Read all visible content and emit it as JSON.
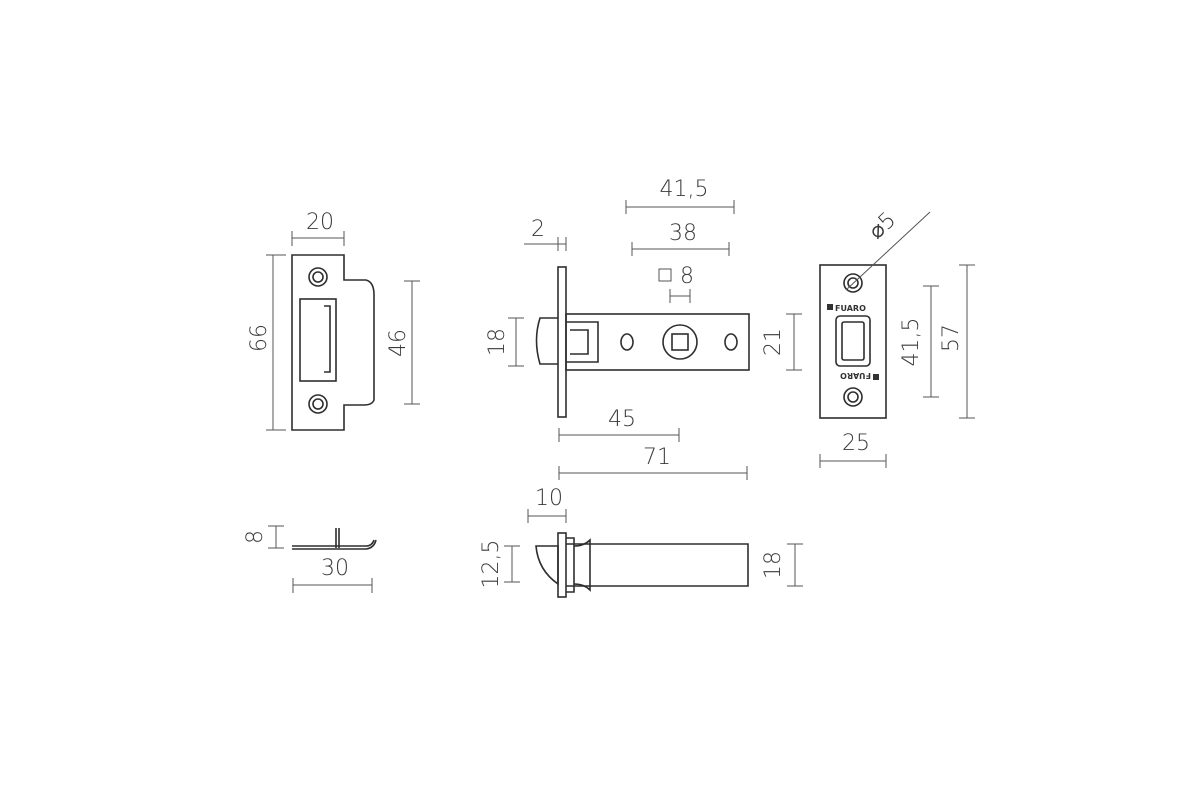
{
  "colors": {
    "line": "#2e2e2e",
    "text": "#3a3a3a",
    "background": "#ffffff"
  },
  "strike_plate": {
    "width": "20",
    "height": "66",
    "lip_height": "46",
    "edge_height": "8",
    "edge_length": "30"
  },
  "latch_body": {
    "faceplate_thickness": "2",
    "length_outer": "41,5",
    "length_inner": "38",
    "square_spindle": "8",
    "bolt_height": "18",
    "body_height": "21",
    "backset": "45",
    "total_length": "71",
    "bolt_projection": "10",
    "bolt_thickness": "12,5",
    "body_thickness": "18"
  },
  "faceplate": {
    "hole_diameter": "5",
    "hole_distance": "41,5",
    "height": "57",
    "width": "25",
    "brand_top": "FUARO",
    "brand_bottom": "FUARO"
  }
}
